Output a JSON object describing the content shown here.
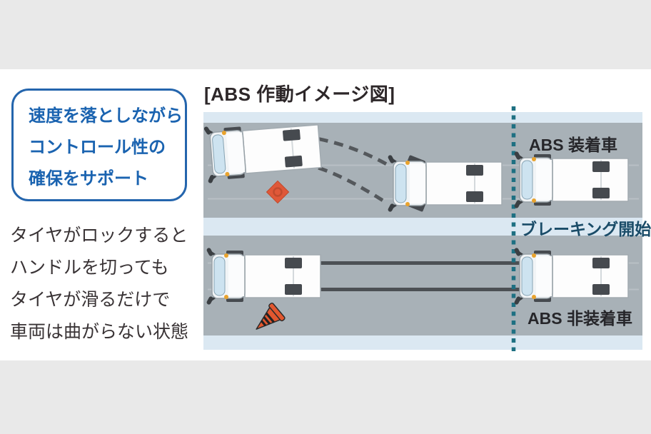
{
  "info_box": {
    "lines": [
      "速度を落としながら",
      "コントロール性の",
      "確保をサポート"
    ]
  },
  "description": {
    "lines": [
      "タイヤがロックすると",
      "ハンドルを切っても",
      "タイヤが滑るだけで",
      "車両は曲がらない状態"
    ]
  },
  "diagram": {
    "title": "[ABS 作動イメージ図]",
    "labels": {
      "abs_equipped": "ABS 装着車",
      "braking_start": "ブレーキング開始",
      "abs_not_equipped": "ABS 非装着車"
    }
  },
  "colors": {
    "callout_blue": "#1a63b0",
    "lane_gray": "#a8b1b7",
    "shoulder_light_blue": "#dbe8f2",
    "braking_line_teal": "#1e7082",
    "braking_label_navy": "#1a4c68",
    "obstacle_orange": "#df5839",
    "skid_mark_gray": "#4c5054",
    "body_text_gray": "#393335"
  }
}
